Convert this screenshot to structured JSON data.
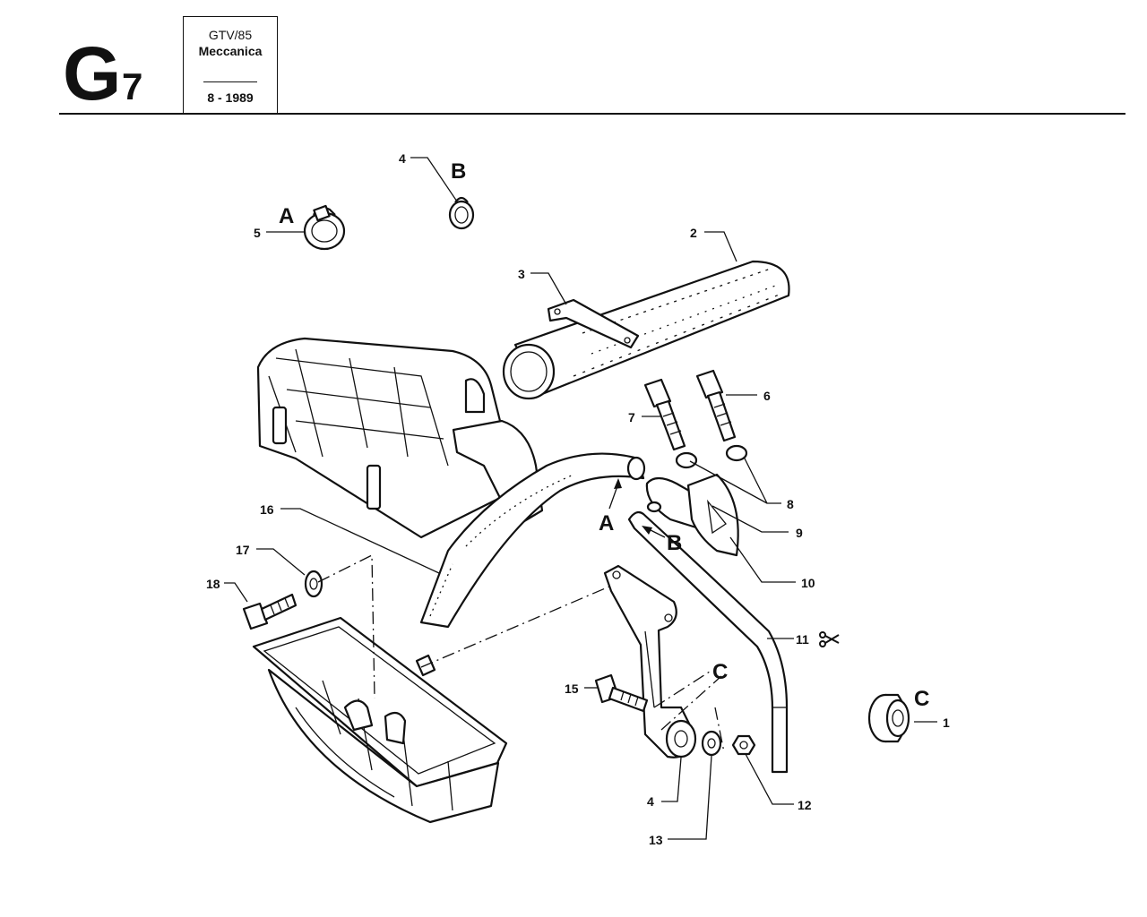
{
  "header": {
    "group_letter": "G",
    "group_number": "7",
    "model": "GTV/85",
    "section": "Meccanica",
    "date": "8 - 1989"
  },
  "callouts": {
    "c1": "1",
    "c2": "2",
    "c3": "3",
    "c4_top": "4",
    "c4_bottom": "4",
    "c5": "5",
    "c6": "6",
    "c7": "7",
    "c8": "8",
    "c9": "9",
    "c10": "10",
    "c11": "11",
    "c12": "12",
    "c13": "13",
    "c15": "15",
    "c16": "16",
    "c17": "17",
    "c18": "18"
  },
  "refs": {
    "a_clamp": "A",
    "b_clamp": "B",
    "a_hose": "A",
    "b_hose": "B",
    "c_bracket": "C",
    "c_part": "C"
  },
  "icons": {
    "scissors": "scissors-icon"
  }
}
